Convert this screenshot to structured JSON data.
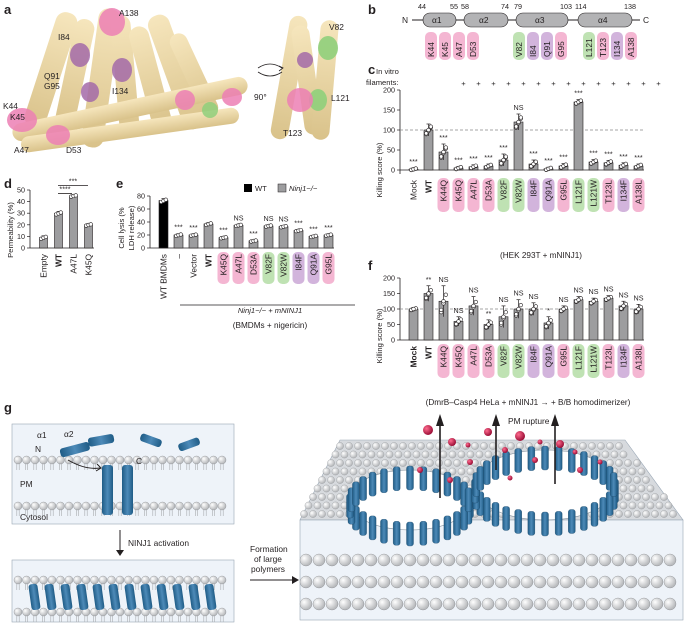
{
  "panels": {
    "a": "a",
    "b": "b",
    "c": "c",
    "d": "d",
    "e": "e",
    "f": "f",
    "g": "g"
  },
  "panel_a": {
    "labels": [
      "A138",
      "I84",
      "Q91",
      "G95",
      "I134",
      "K44",
      "K45",
      "A47",
      "D53",
      "V82",
      "L121",
      "T123"
    ],
    "rotation": "90°"
  },
  "panel_b": {
    "n": "N",
    "c": "C",
    "helices": [
      "α1",
      "α2",
      "α3",
      "α4"
    ],
    "positions": [
      "44",
      "55",
      "58",
      "74",
      "79",
      "103",
      "114",
      "138"
    ],
    "residues": [
      {
        "name": "K44",
        "cls": "pink"
      },
      {
        "name": "K45",
        "cls": "pink"
      },
      {
        "name": "A47",
        "cls": "pink"
      },
      {
        "name": "D53",
        "cls": "pink"
      },
      {
        "name": "V82",
        "cls": "green"
      },
      {
        "name": "I84",
        "cls": "purple"
      },
      {
        "name": "Q91",
        "cls": "purple"
      },
      {
        "name": "G95",
        "cls": "pink"
      },
      {
        "name": "L121",
        "cls": "green"
      },
      {
        "name": "T123",
        "cls": "pink"
      },
      {
        "name": "I134",
        "cls": "purple"
      },
      {
        "name": "A138",
        "cls": "pink"
      }
    ]
  },
  "panel_c": {
    "filament_label": "In vitro\nfilaments:",
    "filament_label_1": "In vitro",
    "filament_label_2": "filaments:",
    "filaments": [
      "+",
      "+",
      "+",
      "+",
      "+",
      "+",
      "+",
      "+",
      "+",
      "+",
      "+",
      "+",
      "+",
      "+"
    ],
    "ylabel": "Killing score (%)",
    "caption": "(HEK 293T + mNINJ1)",
    "yticks": [
      "0",
      "50",
      "100",
      "150",
      "200"
    ]
  },
  "panel_d": {
    "ylabel": "Permeability (%)",
    "yticks": [
      "0",
      "10",
      "20",
      "30",
      "40",
      "50"
    ],
    "sig": [
      "****",
      "***"
    ]
  },
  "panel_e": {
    "ylabel": "Cell lysis (%\nLDH release)",
    "ylabel_1": "Cell lysis (%",
    "ylabel_2": "LDH release)",
    "yticks": [
      "0",
      "20",
      "40",
      "60",
      "80"
    ],
    "legend": [
      {
        "label": "WT",
        "color": "#000000"
      },
      {
        "label": "Ninj1−/−",
        "color": "#9d9d9f"
      }
    ],
    "xlabels": [
      "WT BMDMs",
      "–",
      "Vector",
      "WT",
      "K45Q",
      "A47L",
      "D53A",
      "V82F",
      "V82W",
      "I84F",
      "Q91A",
      "G95L"
    ],
    "group_label": "Ninj1−/− + mNINJ1",
    "caption": "(BMDMs + nigericin)"
  },
  "panel_f": {
    "ylabel": "Killing score (%)",
    "yticks": [
      "0",
      "50",
      "100",
      "150",
      "200"
    ],
    "caption": "(DmrB–Casp4 HeLa + mNINJ1 → + B/B homodimerizer)"
  },
  "panel_g": {
    "labels": {
      "alpha1": "α1",
      "alpha2": "α2",
      "n": "N",
      "c": "C",
      "pm": "PM",
      "cytosol": "Cytosol",
      "activation": "NINJ1 activation",
      "formation_1": "Formation",
      "formation_2": "of large",
      "formation_3": "polymers",
      "rupture": "PM rupture"
    }
  },
  "chart_data": [
    {
      "type": "bar",
      "panel": "c",
      "ylabel": "Killing score (%)",
      "ylim": [
        -10,
        200
      ],
      "categories": [
        "Mock",
        "WT",
        "K44Q",
        "K45Q",
        "A47L",
        "D53A",
        "V82F",
        "V82W",
        "I84F",
        "Q91A",
        "G95L",
        "L121F",
        "L121W",
        "T123L",
        "I134F",
        "A138L"
      ],
      "values": [
        2,
        100,
        45,
        5,
        8,
        10,
        25,
        120,
        15,
        3,
        10,
        170,
        20,
        18,
        12,
        10
      ],
      "significance": [
        "***",
        "",
        "***",
        "***",
        "***",
        "***",
        "***",
        "NS",
        "***",
        "***",
        "***",
        "***",
        "***",
        "***",
        "***",
        "***"
      ]
    },
    {
      "type": "bar",
      "panel": "d",
      "ylabel": "Permeability (%)",
      "ylim": [
        0,
        50
      ],
      "categories": [
        "Empty",
        "WT",
        "A47L",
        "K45Q"
      ],
      "values": [
        9,
        30,
        45,
        20
      ]
    },
    {
      "type": "bar",
      "panel": "e",
      "ylabel": "Cell lysis (% LDH release)",
      "ylim": [
        0,
        80
      ],
      "categories": [
        "WT BMDMs",
        "–",
        "Vector",
        "WT",
        "K45Q",
        "A47L",
        "D53A",
        "V82F",
        "V82W",
        "I84F",
        "Q91A",
        "G95L"
      ],
      "values": [
        73,
        20,
        20,
        37,
        16,
        35,
        11,
        34,
        33,
        27,
        18,
        20
      ],
      "significance": [
        "",
        "***",
        "***",
        "",
        "***",
        "NS",
        "***",
        "NS",
        "NS",
        "***",
        "***",
        "***"
      ]
    },
    {
      "type": "bar",
      "panel": "f",
      "ylabel": "Killing score (%)",
      "ylim": [
        0,
        200
      ],
      "categories": [
        "Mock",
        "WT",
        "K44Q",
        "K45Q",
        "A47L",
        "D53A",
        "V82F",
        "V82W",
        "I84F",
        "Q91A",
        "G95L",
        "L121F",
        "L121W",
        "T123L",
        "I134F",
        "A138L"
      ],
      "values": [
        100,
        150,
        125,
        60,
        110,
        50,
        75,
        100,
        100,
        55,
        100,
        130,
        125,
        135,
        110,
        100
      ],
      "significance": [
        "",
        "**",
        "NS",
        "NS",
        "NS",
        "**",
        "NS",
        "NS",
        "NS",
        "*",
        "NS",
        "NS",
        "NS",
        "NS",
        "NS",
        "NS"
      ]
    }
  ]
}
